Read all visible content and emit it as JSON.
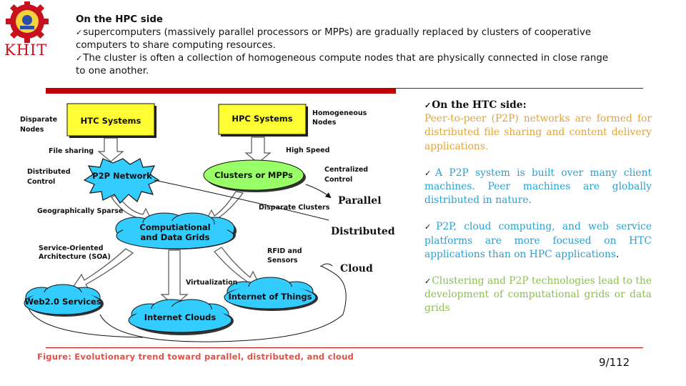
{
  "header": {
    "logo_text": "KHIT",
    "title": "On the HPC side",
    "bullets": [
      "supercomputers (massively parallel processors or MPPs) are gradually replaced by clusters of cooperative computers to share computing resources.",
      "The cluster is often a collection of homogeneous compute nodes that are physically connected in close range to one another."
    ]
  },
  "htc": {
    "title": "On the HTC side:",
    "p1": "Peer-to-peer (P2P) networks are formed for distributed file sharing and content delivery applications.",
    "p2": "A P2P system is built over many client machines. Peer machines are globally distributed in nature.",
    "p3a": "P2P, cloud computing, and web service platforms are more focused on HTC applications than on HPC applications",
    "p3b": ".",
    "p4": "Clustering and P2P technologies lead to the development of computational grids or data grids"
  },
  "diagram": {
    "htc_systems": "HTC Systems",
    "hpc_systems": "HPC Systems",
    "p2p_network": "P2P Network",
    "clusters": "Clusters or MPPs",
    "grids_line1": "Computiational",
    "grids_line2": "and Data Grids",
    "web2": "Web2.0 Services",
    "internet_clouds": "Internet Clouds",
    "iot": "Internet of Things",
    "labels": {
      "disparate_nodes_1": "Disparate",
      "disparate_nodes_2": "Nodes",
      "file_sharing": "File sharing",
      "distributed_control_1": "Distributed",
      "distributed_control_2": "Control",
      "geographically_sparse": "Geographically Sparse",
      "soa_1": "Service-Oriented",
      "soa_2": "Architecture (SOA)",
      "homogeneous_1": "Homogeneous",
      "homogeneous_2": "Nodes",
      "high_speed": "High Speed",
      "centralized_1": "Centralized",
      "centralized_2": "Control",
      "disparate_clusters": "Disparate Clusters",
      "rfid_1": "RFID and",
      "rfid_2": "Sensors",
      "virtualization": "Virtualization"
    },
    "side_labels": {
      "parallel": "Parallel",
      "distributed": "Distributed",
      "cloud": "Cloud"
    }
  },
  "footer": {
    "caption": "Figure: Evolutionary trend toward parallel, distributed, and cloud",
    "page": "9/112"
  },
  "colors": {
    "accent_red": "#c00000",
    "box_yellow": "#ffff33",
    "cloud_cyan": "#33ccff",
    "ellipse_green": "#99ff66",
    "caption_red": "#e2504a",
    "text_orange": "#e0a43c",
    "text_blue": "#2aa0d2",
    "text_green": "#8cc152"
  }
}
